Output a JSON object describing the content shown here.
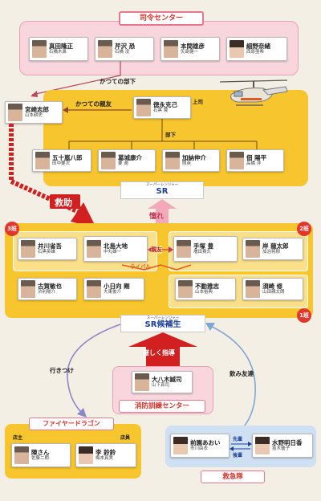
{
  "command": {
    "title": "司令センター",
    "members": [
      {
        "role": "真田隆正",
        "actor": "石橋木鼻"
      },
      {
        "role": "芹沢 恐",
        "actor": "石橋 凌"
      },
      {
        "role": "本間雄彦",
        "actor": "矢島健一"
      },
      {
        "role": "細野奈緒",
        "actor": "西原亜希"
      }
    ]
  },
  "relations": {
    "former_subordinate": "かつての部下",
    "former_friend": "かつての親友",
    "boss": "上司",
    "subordinate": "部下",
    "rescue": "救助",
    "admiration": "憧れ",
    "close_friends": "親友",
    "rival": "ライバル",
    "strict_guidance": "厳しく指導",
    "regular_place": "行きつけ",
    "drinking_buddies": "飲み友達",
    "senior": "先輩",
    "junior": "後輩",
    "owner": "店主",
    "clerk": "店員"
  },
  "miyazaki": {
    "role": "宮崎志郎",
    "actor": "山本耕史"
  },
  "sr_team": {
    "leader": {
      "role": "徳永克己",
      "actor": "石黒 賢"
    },
    "members": [
      {
        "role": "五十嵐八郎",
        "actor": "田中要次"
      },
      {
        "role": "葛城康介",
        "actor": "要 潤"
      },
      {
        "role": "加納伸介",
        "actor": "照英"
      },
      {
        "role": "佃 陽平",
        "actor": "高橋 洋"
      }
    ],
    "sr_ruby": "スーパーレンジャー",
    "sr_label": "SR"
  },
  "candidates": {
    "sr_ruby": "スーパーレンジャー",
    "sr_label": "SR候補生",
    "class3_label": "3班",
    "class2_label": "2班",
    "class1_label": "1班",
    "row1": [
      {
        "role": "井川省吾",
        "actor": "石黒英雄"
      },
      {
        "role": "北島大地",
        "actor": "中丸雄一"
      },
      {
        "role": "手塚 豊",
        "actor": "増田貴久"
      },
      {
        "role": "岸 龍太郎",
        "actor": "加治将樹"
      }
    ],
    "row2": [
      {
        "role": "古賀敏也",
        "actor": "渋利陽介"
      },
      {
        "role": "小日向 剛",
        "actor": "大東俊介"
      },
      {
        "role": "不動雅志",
        "actor": "山本裕典"
      },
      {
        "role": "須崎 修",
        "actor": "山田親太朗"
      }
    ]
  },
  "training": {
    "title": "消防訓練センター",
    "member": {
      "role": "大八木誠司",
      "actor": "山下真司"
    }
  },
  "firedragon": {
    "title": "ファイヤードラゴン",
    "members": [
      {
        "role": "陳さん",
        "actor": "佐藤二朗"
      },
      {
        "role": "李 鈴鈴",
        "actor": "梅本真実"
      }
    ]
  },
  "ambulance": {
    "title": "救急隊",
    "members": [
      {
        "role": "前園あおい",
        "actor": "市川由衣"
      },
      {
        "role": "水野明日香",
        "actor": "笛木優子"
      }
    ]
  },
  "colors": {
    "pink_panel": "#f9d6dd",
    "pink_border": "#e7a2b2",
    "title_pink": "#ffffff",
    "title_text": "#d9342b",
    "yellow_panel": "#f7c52d",
    "arrow_red": "#d21f1f",
    "blue_panel": "#cfe0f3"
  }
}
